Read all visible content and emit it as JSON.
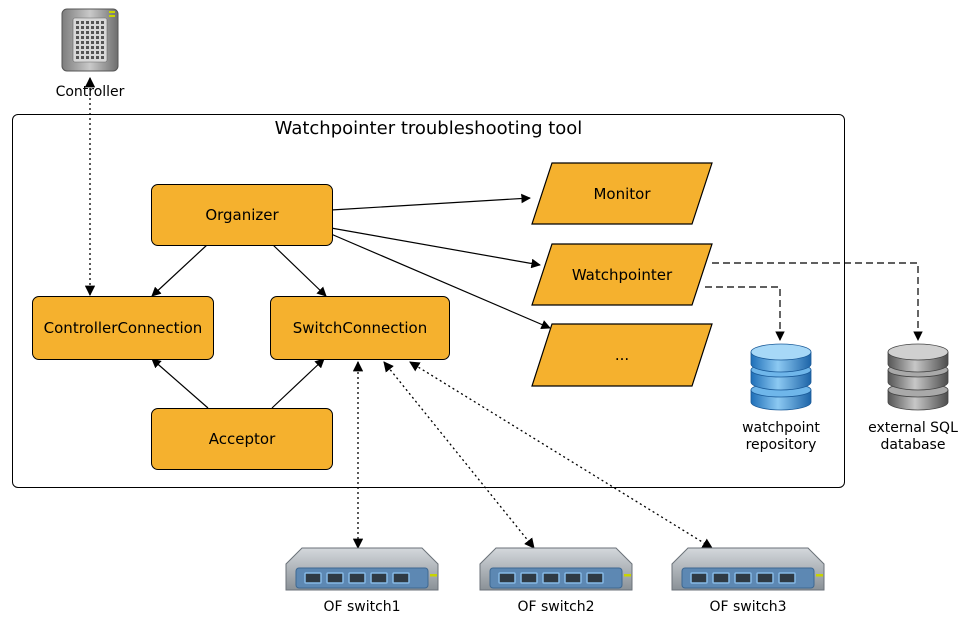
{
  "frame": {
    "title": "Watchpointer troubleshooting tool"
  },
  "components": {
    "organizer": "Organizer",
    "controller_connection": "ControllerConnection",
    "switch_connection": "SwitchConnection",
    "acceptor": "Acceptor"
  },
  "outputs": {
    "monitor": "Monitor",
    "watchpointer": "Watchpointer",
    "more": "..."
  },
  "external": {
    "controller": "Controller",
    "watchpoint_repository": [
      "watchpoint",
      "repository"
    ],
    "sql_database": [
      "external SQL",
      "database"
    ]
  },
  "switches": [
    "OF switch1",
    "OF switch2",
    "OF switch3"
  ],
  "colors": {
    "component_fill": "#f5b12e",
    "repository_db": "#4a9fdc",
    "sql_db": "#8e8e8e",
    "switch_body": "#9aa1a8"
  }
}
